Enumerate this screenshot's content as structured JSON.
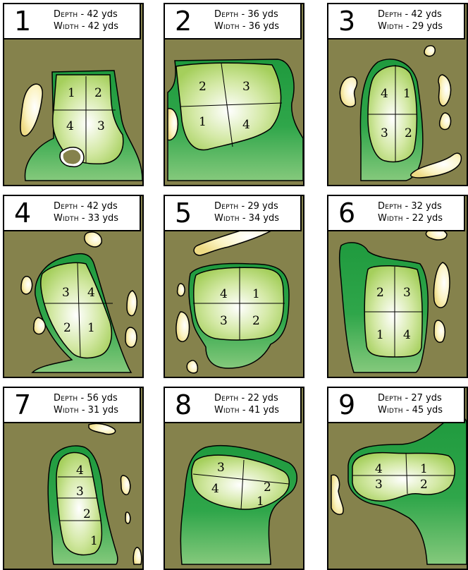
{
  "holes": [
    {
      "number": "1",
      "depth_label": "Depth",
      "depth_value": "- 42 yds",
      "width_label": "Width",
      "width_value": "- 42 yds",
      "zones": [
        "1",
        "2",
        "4",
        "3"
      ]
    },
    {
      "number": "2",
      "depth_label": "Depth",
      "depth_value": "- 36 yds",
      "width_label": "Width",
      "width_value": "- 36 yds",
      "zones": [
        "2",
        "3",
        "1",
        "4"
      ]
    },
    {
      "number": "3",
      "depth_label": "Depth",
      "depth_value": "- 42 yds",
      "width_label": "Width",
      "width_value": "- 29 yds",
      "zones": [
        "4",
        "1",
        "3",
        "2"
      ]
    },
    {
      "number": "4",
      "depth_label": "Depth",
      "depth_value": "- 42 yds",
      "width_label": "Width",
      "width_value": "- 33 yds",
      "zones": [
        "3",
        "4",
        "2",
        "1"
      ]
    },
    {
      "number": "5",
      "depth_label": "Depth",
      "depth_value": "- 29 yds",
      "width_label": "Width",
      "width_value": "- 34 yds",
      "zones": [
        "4",
        "1",
        "3",
        "2"
      ]
    },
    {
      "number": "6",
      "depth_label": "Depth",
      "depth_value": "- 32 yds",
      "width_label": "Width",
      "width_value": "- 22 yds",
      "zones": [
        "2",
        "3",
        "1",
        "4"
      ]
    },
    {
      "number": "7",
      "depth_label": "Depth",
      "depth_value": "- 56 yds",
      "width_label": "Width",
      "width_value": "- 31 yds",
      "zones": [
        "4",
        "3",
        "2",
        "1"
      ]
    },
    {
      "number": "8",
      "depth_label": "Depth",
      "depth_value": "- 22 yds",
      "width_label": "Width",
      "width_value": "- 41 yds",
      "zones": [
        "3",
        "2",
        "4",
        "1"
      ]
    },
    {
      "number": "9",
      "depth_label": "Depth",
      "depth_value": "- 27 yds",
      "width_label": "Width",
      "width_value": "- 45 yds",
      "zones": [
        "4",
        "1",
        "3",
        "2"
      ]
    }
  ]
}
